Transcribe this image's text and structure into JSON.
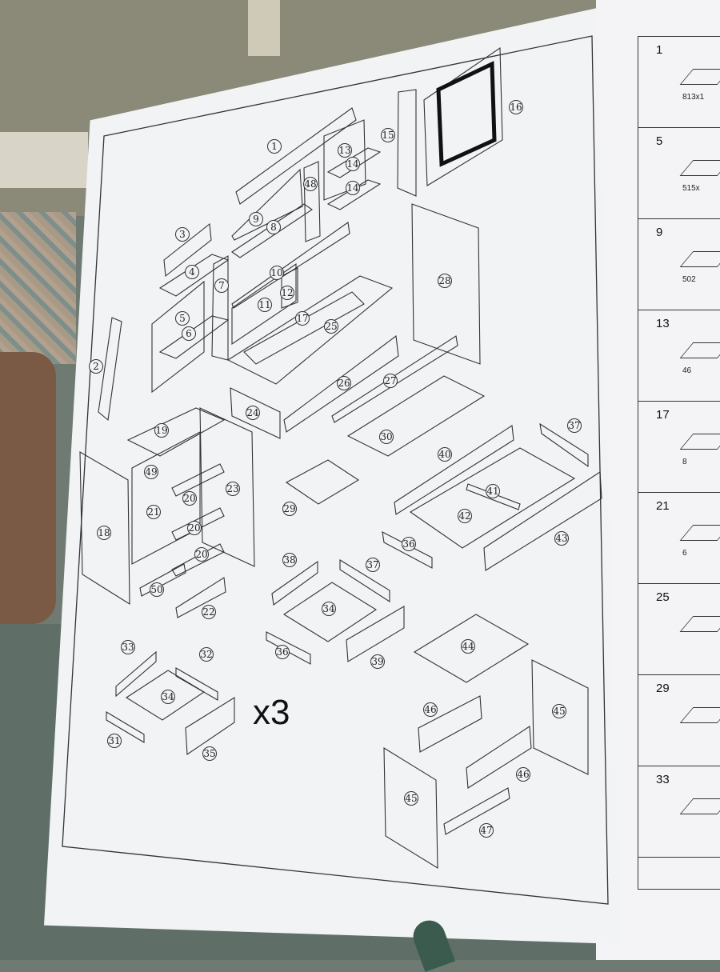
{
  "callouts": [
    "1",
    "2",
    "3",
    "4",
    "5",
    "6",
    "7",
    "8",
    "9",
    "10",
    "11",
    "12",
    "13",
    "14",
    "15",
    "16",
    "17",
    "18",
    "19",
    "20",
    "21",
    "22",
    "23",
    "24",
    "25",
    "26",
    "27",
    "28",
    "29",
    "30",
    "31",
    "32",
    "33",
    "34",
    "35",
    "36",
    "37",
    "38",
    "39",
    "40",
    "41",
    "42",
    "43",
    "44",
    "45",
    "46",
    "47",
    "48",
    "49",
    "50"
  ],
  "multiplier_label": "x3",
  "parts_list": [
    {
      "num": "1",
      "dim": "813x1"
    },
    {
      "num": "5",
      "dim": "515x"
    },
    {
      "num": "9",
      "dim": "502"
    },
    {
      "num": "13",
      "dim": "46"
    },
    {
      "num": "17",
      "dim": "8"
    },
    {
      "num": "21",
      "dim": "6"
    },
    {
      "num": "25",
      "dim": ""
    },
    {
      "num": "29",
      "dim": ""
    },
    {
      "num": "33",
      "dim": ""
    }
  ]
}
